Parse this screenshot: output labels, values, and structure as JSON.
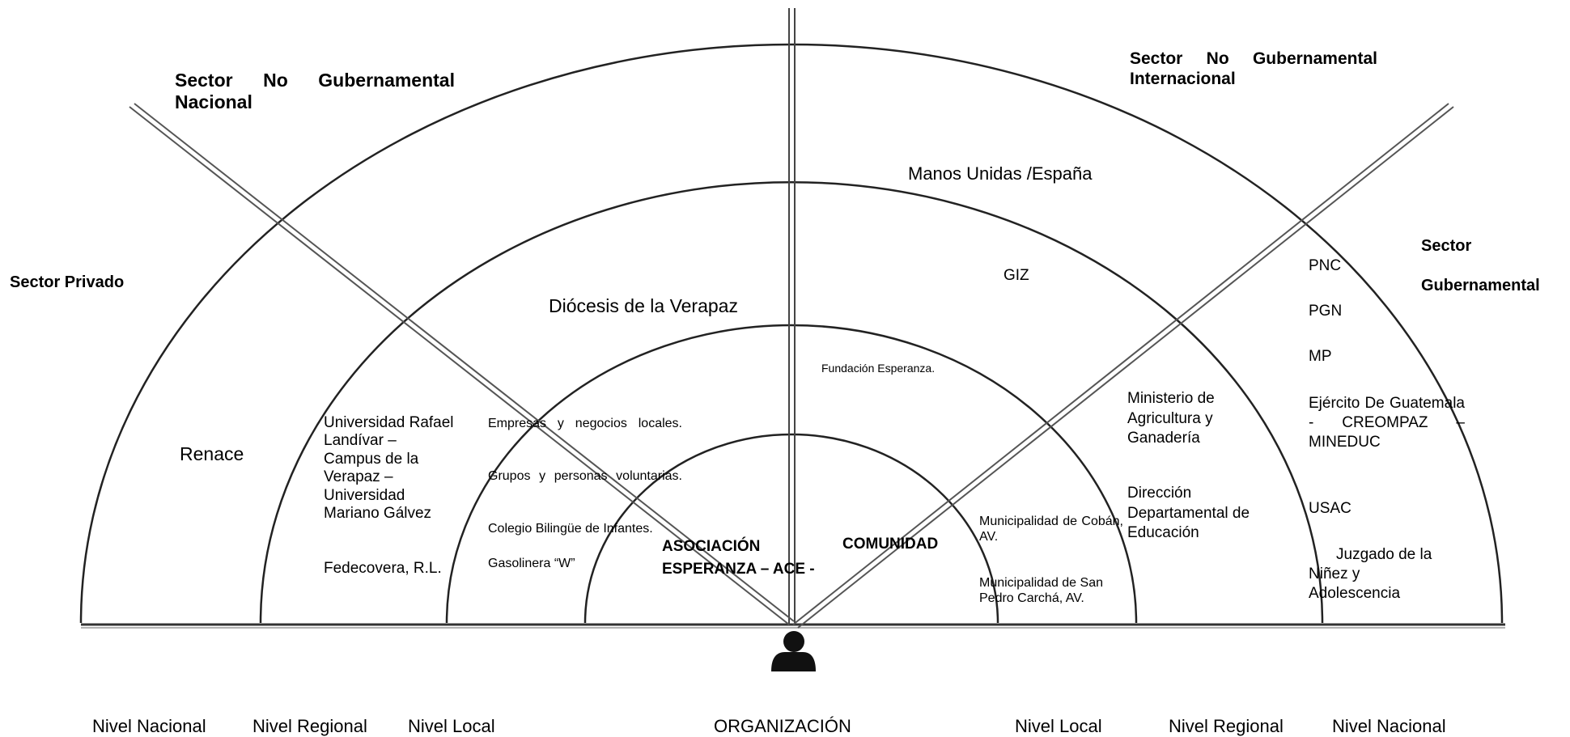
{
  "sectors": {
    "ngo_national": "Sector No Gubernamental Nacional",
    "ngo_international": "Sector No Gubernamental Internacional",
    "private": "Sector Privado",
    "government_line1": "Sector",
    "government_line2": "Gubernamental"
  },
  "center": {
    "organization": "ASOCIACIÓN ESPERANZA – ACE -",
    "community": "COMUNIDAD"
  },
  "left_entities": {
    "renace": "Renace",
    "diocesis": "Diócesis de la Verapaz",
    "universidad": "Universidad Rafael Landívar – Campus de la Verapaz – Universidad Mariano Gálvez",
    "fedecovera": "Fedecovera, R.L.",
    "empresas": "Empresas y negocios locales.",
    "grupos": "Grupos y personas voluntarias.",
    "colegio": "Colegio Bilingüe de Infantes.",
    "gasolinera": "Gasolinera “W”"
  },
  "right_entities": {
    "manos_unidas": "Manos Unidas /España",
    "giz": "GIZ",
    "fundacion": "Fundación Esperanza.",
    "ministerio": "Ministerio de Agricultura y Ganadería",
    "direccion": "Dirección Departamental de Educación",
    "municipalidad_coban": "Municipalidad de Cobán, AV.",
    "municipalidad_carcha": "Municipalidad de San Pedro Carchá, AV.",
    "pnc": "PNC",
    "pgn": "PGN",
    "mp": "MP",
    "ejercito": "Ejército De Guatemala - CREOMPAZ – MINEDUC",
    "usac": "USAC",
    "juzgado": "Juzgado de la Niñez y Adolescencia"
  },
  "levels": {
    "left_national": "Nivel Nacional",
    "left_regional": "Nivel Regional",
    "left_local": "Nivel Local",
    "organization": "ORGANIZACIÓN",
    "right_local": "Nivel Local",
    "right_regional": "Nivel Regional",
    "right_national": "Nivel Nacional"
  },
  "icons": {
    "person": "person-icon"
  }
}
